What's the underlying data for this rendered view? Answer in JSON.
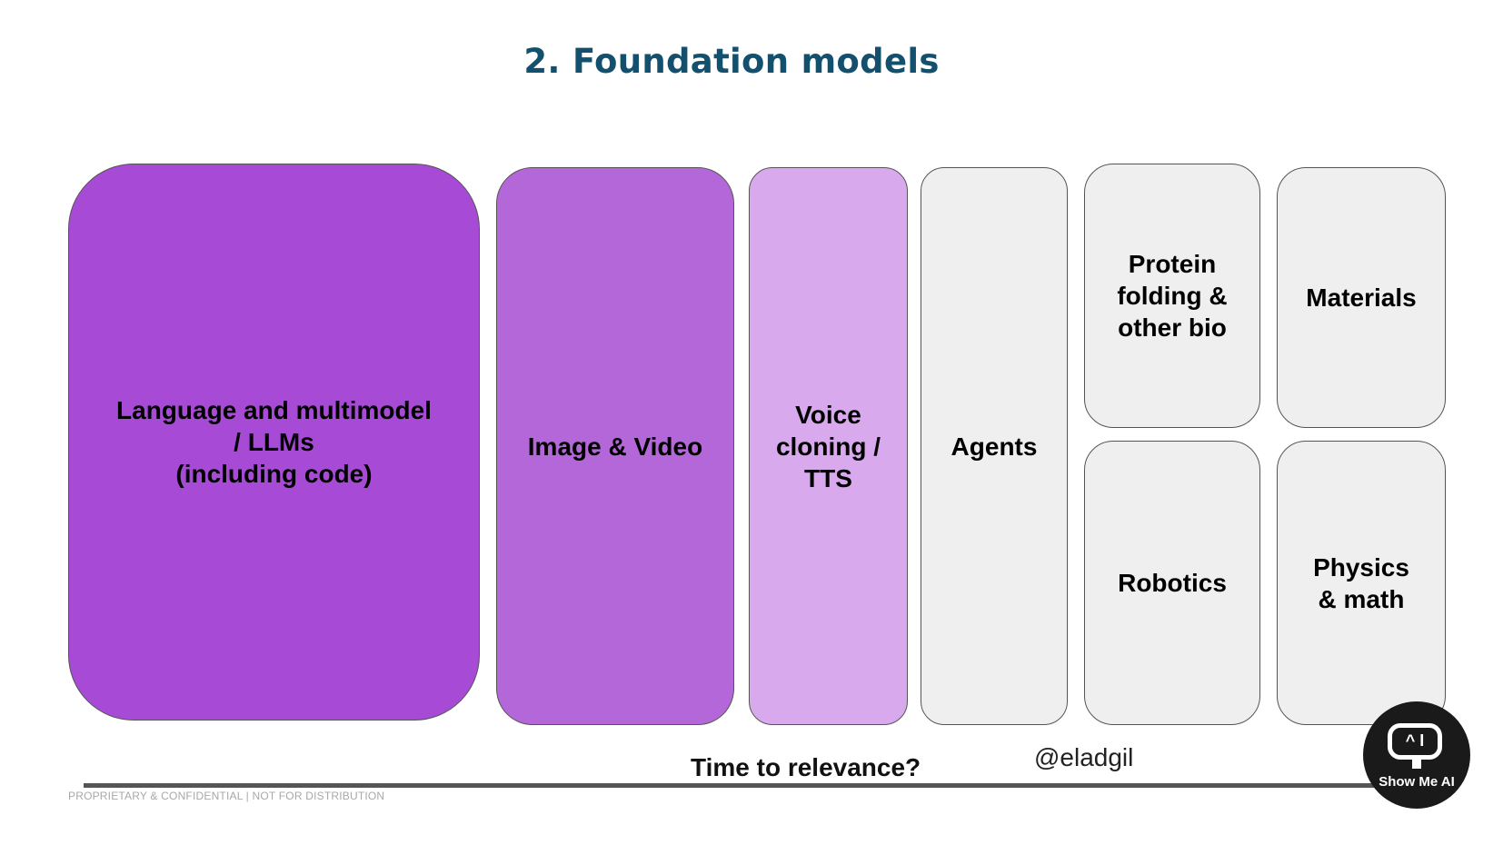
{
  "title": "2. Foundation models",
  "boxes": [
    {
      "label": "Language and multimodel\n/ LLMs\n(including code)",
      "color": "#a74bd6"
    },
    {
      "label": "Image & Video",
      "color": "#b467d8"
    },
    {
      "label": "Voice\ncloning /\nTTS",
      "color": "#d8a9ec"
    },
    {
      "label": "Agents",
      "color": "#efefef"
    },
    {
      "label": "Protein\nfolding &\nother bio",
      "color": "#efefef"
    },
    {
      "label": "Materials",
      "color": "#efefef"
    },
    {
      "label": "Robotics",
      "color": "#efefef"
    },
    {
      "label": "Physics\n& math",
      "color": "#efefef"
    }
  ],
  "axis_label": "Time to relevance?",
  "handle": "@eladgil",
  "footer": "PROPRIETARY & CONFIDENTIAL | NOT FOR DISTRIBUTION",
  "badge": {
    "text": "Show Me AI",
    "icon": "monitor-robot-icon",
    "glyph": "^ I"
  }
}
